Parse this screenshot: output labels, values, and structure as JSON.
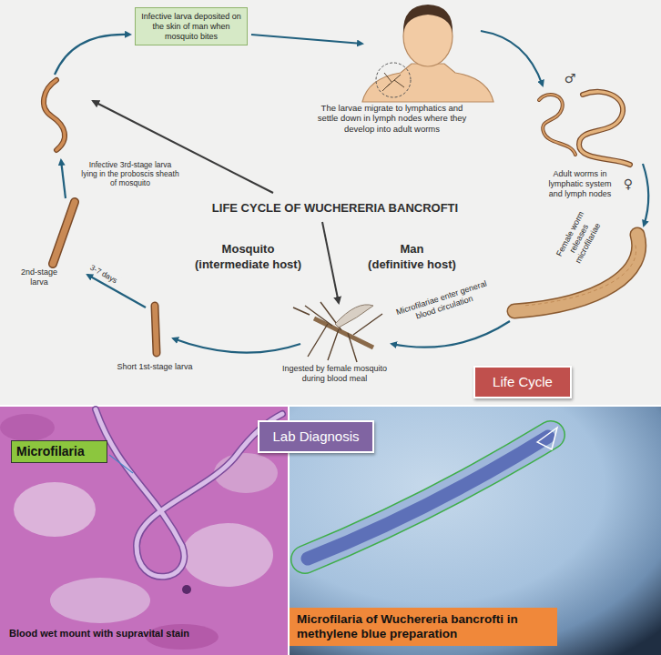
{
  "diagram": {
    "title": "LIFE CYCLE OF WUCHERERIA BANCROFTI",
    "nodes": [
      {
        "text": [
          "Infective larva deposited on the skin of man when mosquito bites"
        ]
      },
      {
        "text": [
          "Life Cycle"
        ]
      },
      {
        "text": [
          "Lab Diagnosis"
        ]
      },
      {
        "text": [
          "Microfilaria"
        ]
      },
      {
        "text": [
          "Microfilaria of Wuchereria bancrofti in methylene blue preparation"
        ]
      }
    ],
    "labels": [
      "The larvae migrate to lymphatics and settle down in lymph nodes where they develop into adult worms",
      "♂",
      "Adult worms in lymphatic system and lymph nodes",
      "♀",
      "Female worm releases microfilariae",
      "Mosquito",
      "(intermediate host)",
      "Man",
      "(definitive host)",
      "Infective 3rd-stage larva lying in the proboscis sheath of mosquito",
      "2nd-stage larva",
      "3-7 days",
      "Microfilariae enter general blood circulation",
      "Short 1st-stage larva",
      "Ingested by female mosquito during blood meal",
      "Blood wet mount with supravital stain"
    ]
  }
}
